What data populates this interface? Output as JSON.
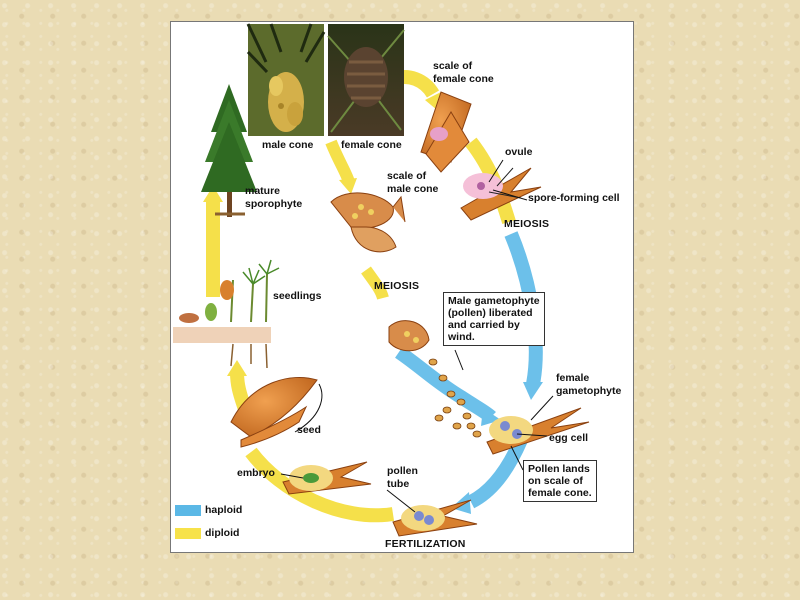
{
  "labels": {
    "male_cone": "male cone",
    "female_cone": "female cone",
    "scale_of_female_cone_1": "scale of",
    "scale_of_female_cone_2": "female cone",
    "ovule": "ovule",
    "spore_forming_cell": "spore-forming cell",
    "meiosis_right": "MEIOSIS",
    "mature_sporophyte_1": "mature",
    "mature_sporophyte_2": "sporophyte",
    "scale_of_male_cone_1": "scale of",
    "scale_of_male_cone_2": "male cone",
    "seedlings": "seedlings",
    "meiosis_center": "MEIOSIS",
    "female_gametophyte_1": "female",
    "female_gametophyte_2": "gametophyte",
    "egg_cell": "egg cell",
    "seed": "seed",
    "embryo": "embryo",
    "pollen_tube_1": "pollen",
    "pollen_tube_2": "tube",
    "fertilization": "FERTILIZATION"
  },
  "callouts": {
    "pollen_liberated": [
      "Male gametophyte",
      "(pollen) liberated",
      "and carried by",
      "wind."
    ],
    "pollen_lands": [
      "Pollen lands",
      "on scale of",
      "female cone."
    ]
  },
  "legend": [
    {
      "label": "haploid",
      "color": "#5bb8e6"
    },
    {
      "label": "diploid",
      "color": "#f7e24a"
    }
  ],
  "colors": {
    "haploid_arrow": "#6cc0ea",
    "diploid_arrow": "#f5e04a",
    "tissue": "#d8802e"
  }
}
